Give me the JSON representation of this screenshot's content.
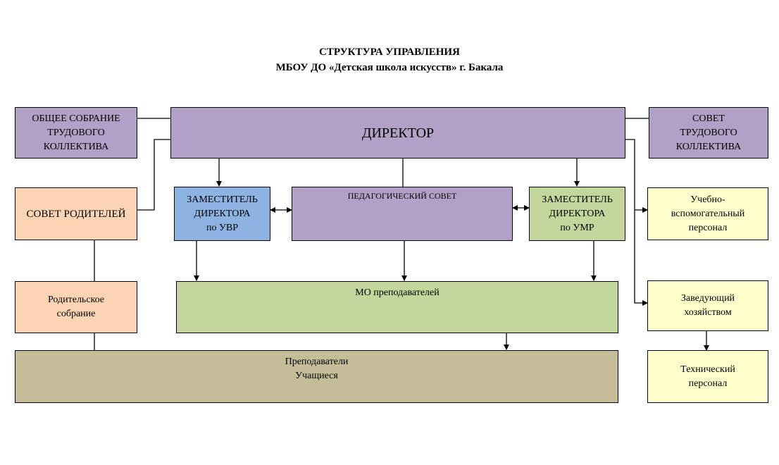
{
  "title": {
    "line1": "СТРУКТУРА УПРАВЛЕНИЯ",
    "line2": "МБОУ ДО «Детская школа искусств» г. Бакала"
  },
  "nodes": {
    "general_meeting": [
      "ОБЩЕЕ СОБРАНИЕ",
      "ТРУДОВОГО",
      "КОЛЛЕКТИВА"
    ],
    "director": [
      "ДИРЕКТОР"
    ],
    "labor_council": [
      "СОВЕТ",
      "ТРУДОВОГО",
      "КОЛЛЕКТИВА"
    ],
    "parents_council": [
      "СОВЕТ РОДИТЕЛЕЙ"
    ],
    "deputy_uvr": [
      "ЗАМЕСТИТЕЛЬ",
      "ДИРЕКТОРА",
      "по УВР"
    ],
    "ped_council": [
      "ПЕДАГОГИЧЕСКИЙ СОВЕТ"
    ],
    "deputy_umr": [
      "ЗАМЕСТИТЕЛЬ",
      "ДИРЕКТОРА",
      "по УМР"
    ],
    "support_staff": [
      "Учебно-",
      "вспомогательный",
      "персонал"
    ],
    "parents_meeting": [
      "Родительское",
      "собрание"
    ],
    "mo_teachers": [
      "МО преподавателей"
    ],
    "supply_manager": [
      "Заведующий",
      "хозяйством"
    ],
    "teachers_students": [
      "Преподаватели",
      "Учащиеся"
    ],
    "tech_staff": [
      "Технический",
      "персонал"
    ]
  },
  "colors": {
    "purple": "#b2a1c7",
    "blue": "#8db3e2",
    "green": "#c3d69b",
    "peach": "#fbd4b4",
    "yellow": "#ffffcc",
    "khaki": "#c4bd97"
  }
}
